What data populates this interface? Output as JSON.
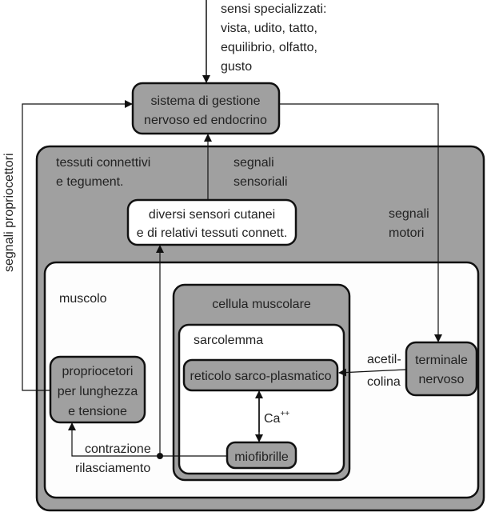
{
  "special_senses": {
    "line1": "sensi specializzati:",
    "line2": "vista, udito, tatto,",
    "line3": "equilibrio, olfatto,",
    "line4": "gusto"
  },
  "control_system": {
    "line1": "sistema di gestione",
    "line2": "nervoso ed endocrino"
  },
  "proprioceptive_signals": "segnali propriocettori",
  "connective_tissue": {
    "line1": "tessuti connettivi",
    "line2": "e tegument."
  },
  "sensory_signals": {
    "line1": "segnali",
    "line2": "sensoriali"
  },
  "skin_sensors": {
    "line1": "diversi sensori cutanei",
    "line2": "e di relativi tessuti connett."
  },
  "motor_signals": {
    "line1": "segnali",
    "line2": "motori"
  },
  "muscle": "muscolo",
  "muscle_cell": "cellula muscolare",
  "sarcolemma": "sarcolemma",
  "sarcoplasmic_reticulum": "reticolo sarco-plasmatico",
  "calcium": {
    "base": "Ca",
    "superscript": "++"
  },
  "myofibrils": "miofibrille",
  "nerve_terminal": {
    "line1": "terminale",
    "line2": "nervoso"
  },
  "acetylcholine": {
    "line1": "acetil-",
    "line2": "colina"
  },
  "proprioceptors": {
    "line1": "propriocetori",
    "line2": "per lunghezza",
    "line3": "e tensione"
  },
  "contraction": {
    "line1": "contrazione",
    "line2": "rilasciamento"
  },
  "colors": {
    "gray_fill": "#a0a0a0",
    "white_fill": "#ffffff",
    "stroke": "#111111"
  }
}
